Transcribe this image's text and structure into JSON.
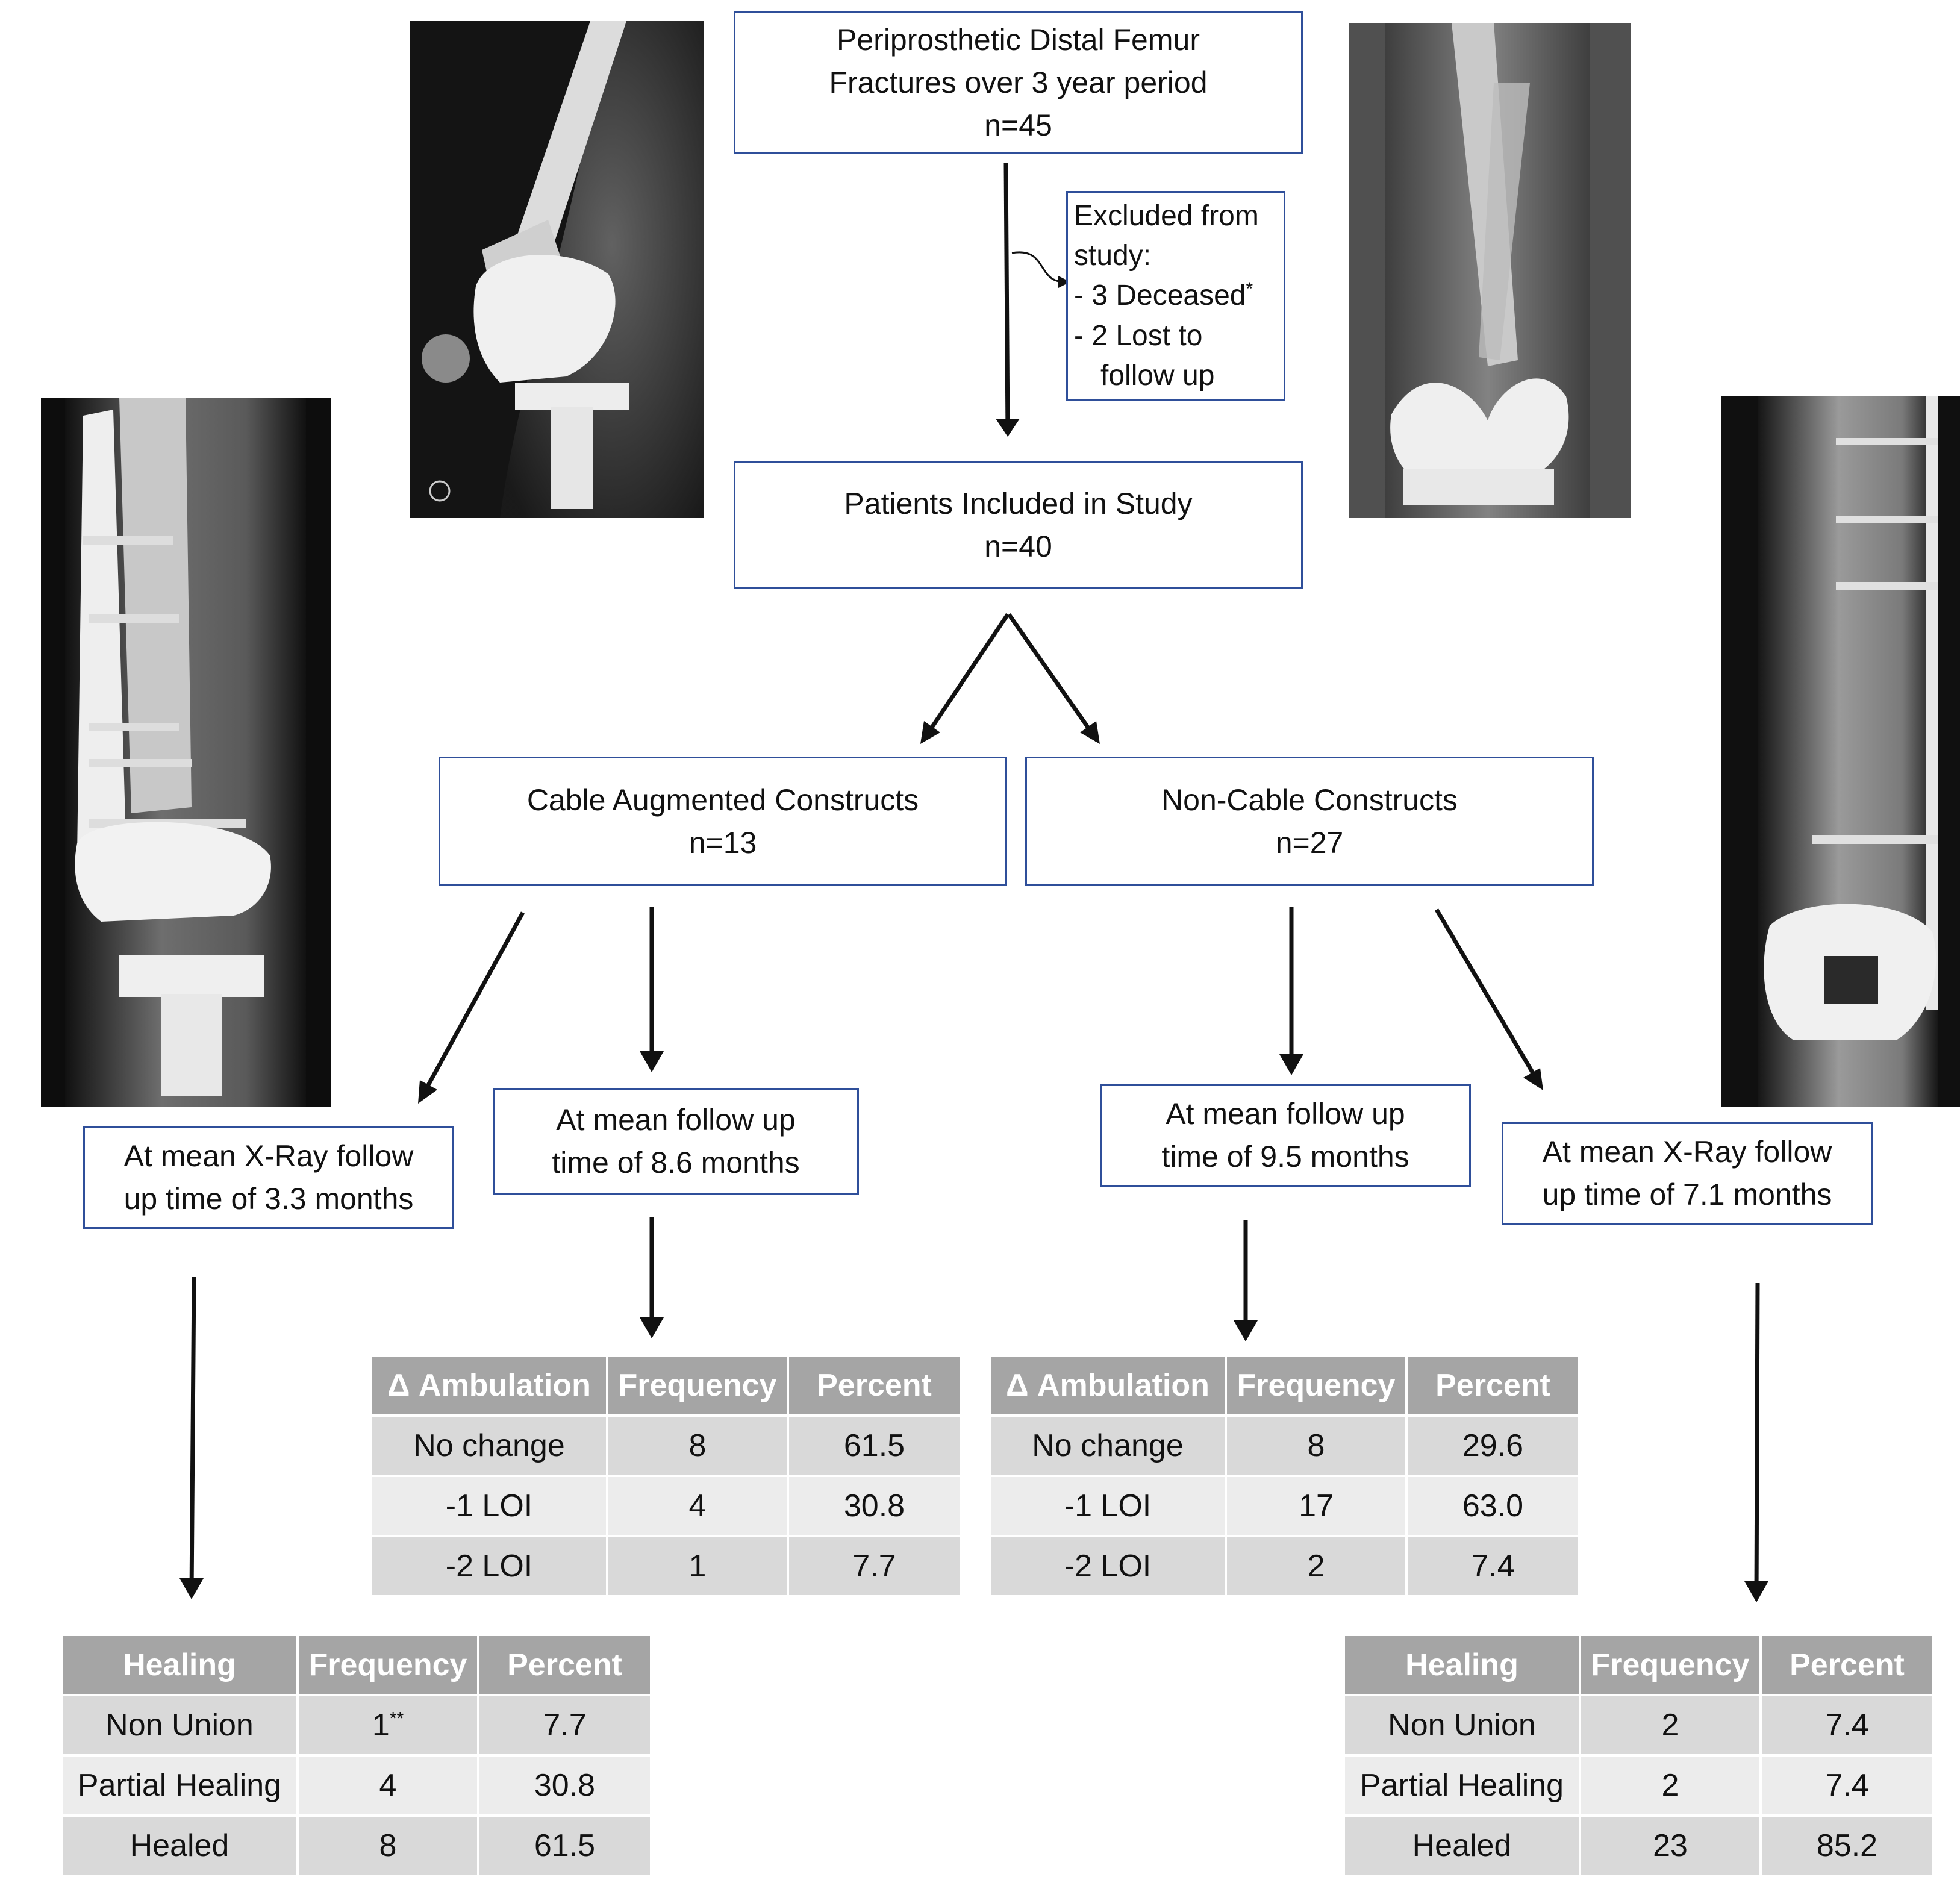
{
  "top_box": {
    "line1": "Periprosthetic Distal Femur",
    "line2": "Fractures over 3 year period",
    "line3": "n=45"
  },
  "excluded_box": {
    "line1": "Excluded from",
    "line2": "study:",
    "line3": "- 3 Deceased",
    "line3_mark": "*",
    "line4": "- 2 Lost to",
    "line5": "follow up"
  },
  "included_box": {
    "line1": "Patients Included in Study",
    "line2": "n=40"
  },
  "cable_box": {
    "line1": "Cable Augmented Constructs",
    "line2": "n=13"
  },
  "noncable_box": {
    "line1": "Non-Cable Constructs",
    "line2": "n=27"
  },
  "cable_xray_box": {
    "line1": "At mean X-Ray follow",
    "line2": "up time of 3.3 months"
  },
  "cable_followup_box": {
    "line1": "At mean follow up",
    "line2": "time of 8.6 months"
  },
  "noncable_followup_box": {
    "line1": "At mean follow up",
    "line2": "time of 9.5 months"
  },
  "noncable_xray_box": {
    "line1": "At mean X-Ray follow",
    "line2": "up time of 7.1 months"
  },
  "cable_ambulation_table": {
    "headers": [
      "Δ Ambulation",
      "Frequency",
      "Percent"
    ],
    "rows": [
      [
        "No change",
        "8",
        "61.5"
      ],
      [
        "-1 LOI",
        "4",
        "30.8"
      ],
      [
        "-2 LOI",
        "1",
        "7.7"
      ]
    ]
  },
  "noncable_ambulation_table": {
    "headers": [
      "Δ Ambulation",
      "Frequency",
      "Percent"
    ],
    "rows": [
      [
        "No change",
        "8",
        "29.6"
      ],
      [
        "-1 LOI",
        "17",
        "63.0"
      ],
      [
        "-2 LOI",
        "2",
        "7.4"
      ]
    ]
  },
  "cable_healing_table": {
    "headers": [
      "Healing",
      "Frequency",
      "Percent"
    ],
    "rows": [
      [
        "Non Union",
        "1",
        "7.7"
      ],
      [
        "Partial Healing",
        "4",
        "30.8"
      ],
      [
        "Healed",
        "8",
        "61.5"
      ]
    ],
    "footnote_mark": "**"
  },
  "noncable_healing_table": {
    "headers": [
      "Healing",
      "Frequency",
      "Percent"
    ],
    "rows": [
      [
        "Non Union",
        "2",
        "7.4"
      ],
      [
        "Partial Healing",
        "2",
        "7.4"
      ],
      [
        "Healed",
        "23",
        "85.2"
      ]
    ]
  },
  "xray_images": {
    "top_left": "lateral knee radiograph with plate and knee prosthesis",
    "top_right": "AP radiograph of distal femur fracture above knee prosthesis",
    "left": "AP radiograph with lateral plate and cerclage cables",
    "right": "AP radiograph with lateral plate and screws"
  },
  "colors": {
    "box_border": "#2f4f9a",
    "table_header": "#a5a5a5",
    "row_dark": "#d9d9d9",
    "row_light": "#ececec",
    "arrow": "#111111"
  }
}
